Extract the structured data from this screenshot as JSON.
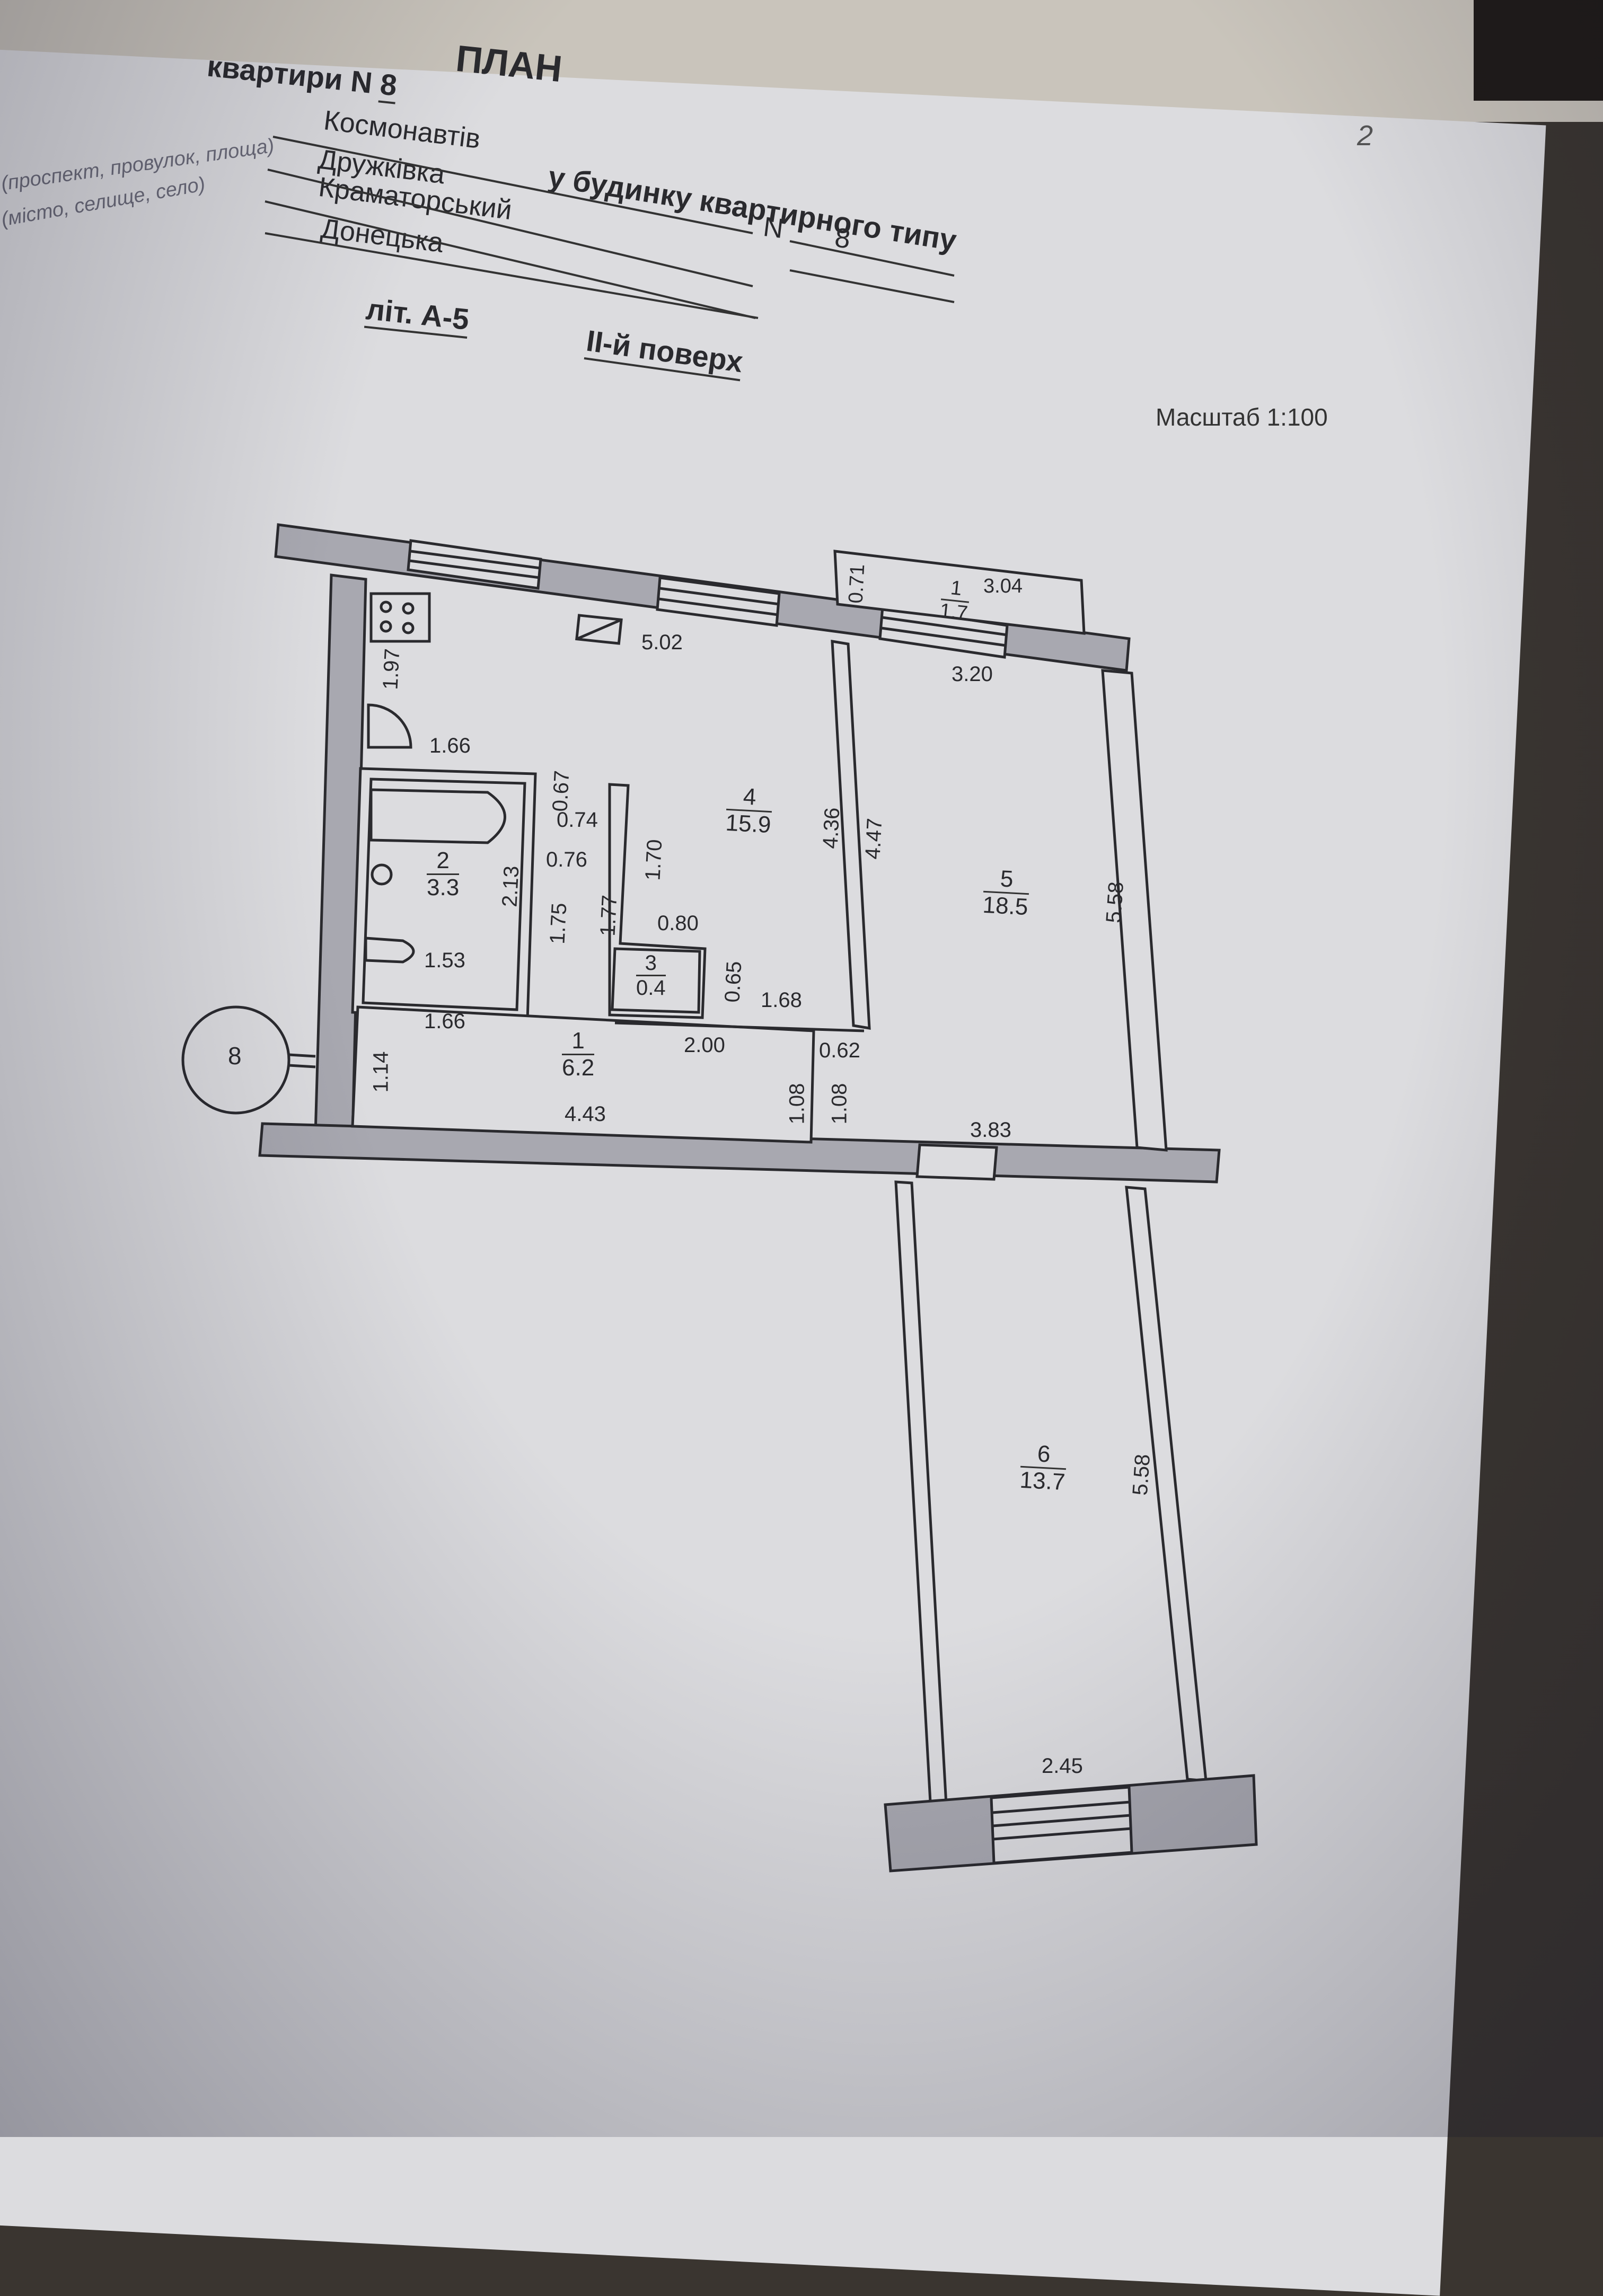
{
  "document": {
    "title": "ПЛАН",
    "apartment_label": "квартири",
    "apartment_no_prefix": "N",
    "apartment_no": "8",
    "building_type": "у будинку квартирного типу",
    "field_street_hint": "(проспект, провулок, площа)",
    "field_city_hint": "(місто, селище, село)",
    "street": "Космонавтів",
    "city": "Дружківка",
    "district": "Краматорський",
    "region": "Донецька",
    "house_no_prefix": "N",
    "house_no": "8",
    "liter": "літ. А-5",
    "floor": "II-й поверх",
    "scale": "Масштаб 1:100",
    "page_number": "2"
  },
  "plan": {
    "rooms": [
      {
        "no": "1",
        "area": "6.2",
        "name": "hall"
      },
      {
        "no": "2",
        "area": "3.3",
        "name": "bathroom"
      },
      {
        "no": "3",
        "area": "0.4",
        "name": "closet"
      },
      {
        "no": "4",
        "area": "15.9",
        "name": "kitchen-room"
      },
      {
        "no": "5",
        "area": "18.5",
        "name": "room-5"
      },
      {
        "no": "6",
        "area": "13.7",
        "name": "room-6"
      },
      {
        "no": "1",
        "area": "1.7",
        "name": "balcony"
      }
    ],
    "dimensions": {
      "d502": "5.02",
      "d197": "1.97",
      "d166a": "1.66",
      "d067": "0.67",
      "d074": "0.74",
      "d076": "0.76",
      "d213": "2.13",
      "d175": "1.75",
      "d177": "1.77",
      "d170": "1.70",
      "d080": "0.80",
      "d065": "0.65",
      "d168": "1.68",
      "d153": "1.53",
      "d166b": "1.66",
      "d114": "1.14",
      "d200": "2.00",
      "d062": "0.62",
      "d108a": "1.08",
      "d108b": "1.08",
      "d443": "4.43",
      "d436": "4.36",
      "d447": "4.47",
      "d320": "3.20",
      "d304": "3.04",
      "d071": "0.71",
      "d558a": "5.58",
      "d383": "3.83",
      "d558b": "5.58",
      "d245": "2.45"
    },
    "stair_marker": "8"
  }
}
